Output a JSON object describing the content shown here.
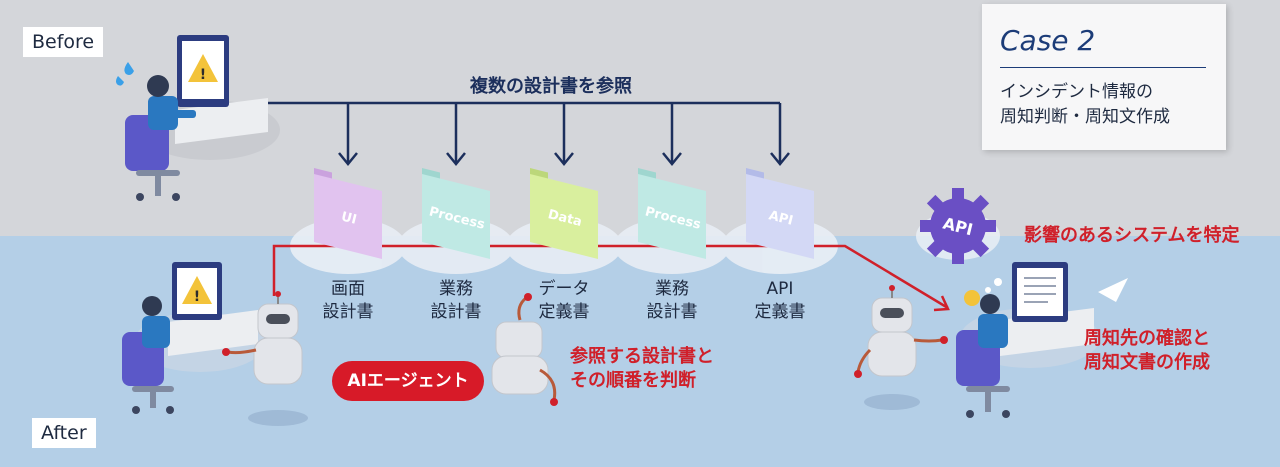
{
  "labels": {
    "before": "Before",
    "after": "After",
    "heading_top": "複数の設計書を参照",
    "agent_pill": "AIエージェント",
    "judge_text": "参照する設計書と\nその順番を判断",
    "impact_text": "影響のあるシステムを特定",
    "notify_text": "周知先の確認と\n周知文書の作成",
    "api_gear": "API"
  },
  "case": {
    "title": "Case 2",
    "description": "インシデント情報の\n周知判断・周知文作成"
  },
  "documents": [
    {
      "tab": "UI",
      "label": "画面\n設計書",
      "color": "#e1c3ef"
    },
    {
      "tab": "Process",
      "label": "業務\n設計書",
      "color": "#bfe9e4"
    },
    {
      "tab": "Data",
      "label": "データ\n定義書",
      "color": "#d9ef9e"
    },
    {
      "tab": "Process",
      "label": "業務\n設計書",
      "color": "#bfe9e4"
    },
    {
      "tab": "API",
      "label": "API\n定義書",
      "color": "#d3d8f5"
    }
  ],
  "colors": {
    "navy": "#1c2f5c",
    "red": "#d0202a",
    "accent_purple": "#6a4fc4",
    "warning_yellow": "#f3c33a"
  }
}
